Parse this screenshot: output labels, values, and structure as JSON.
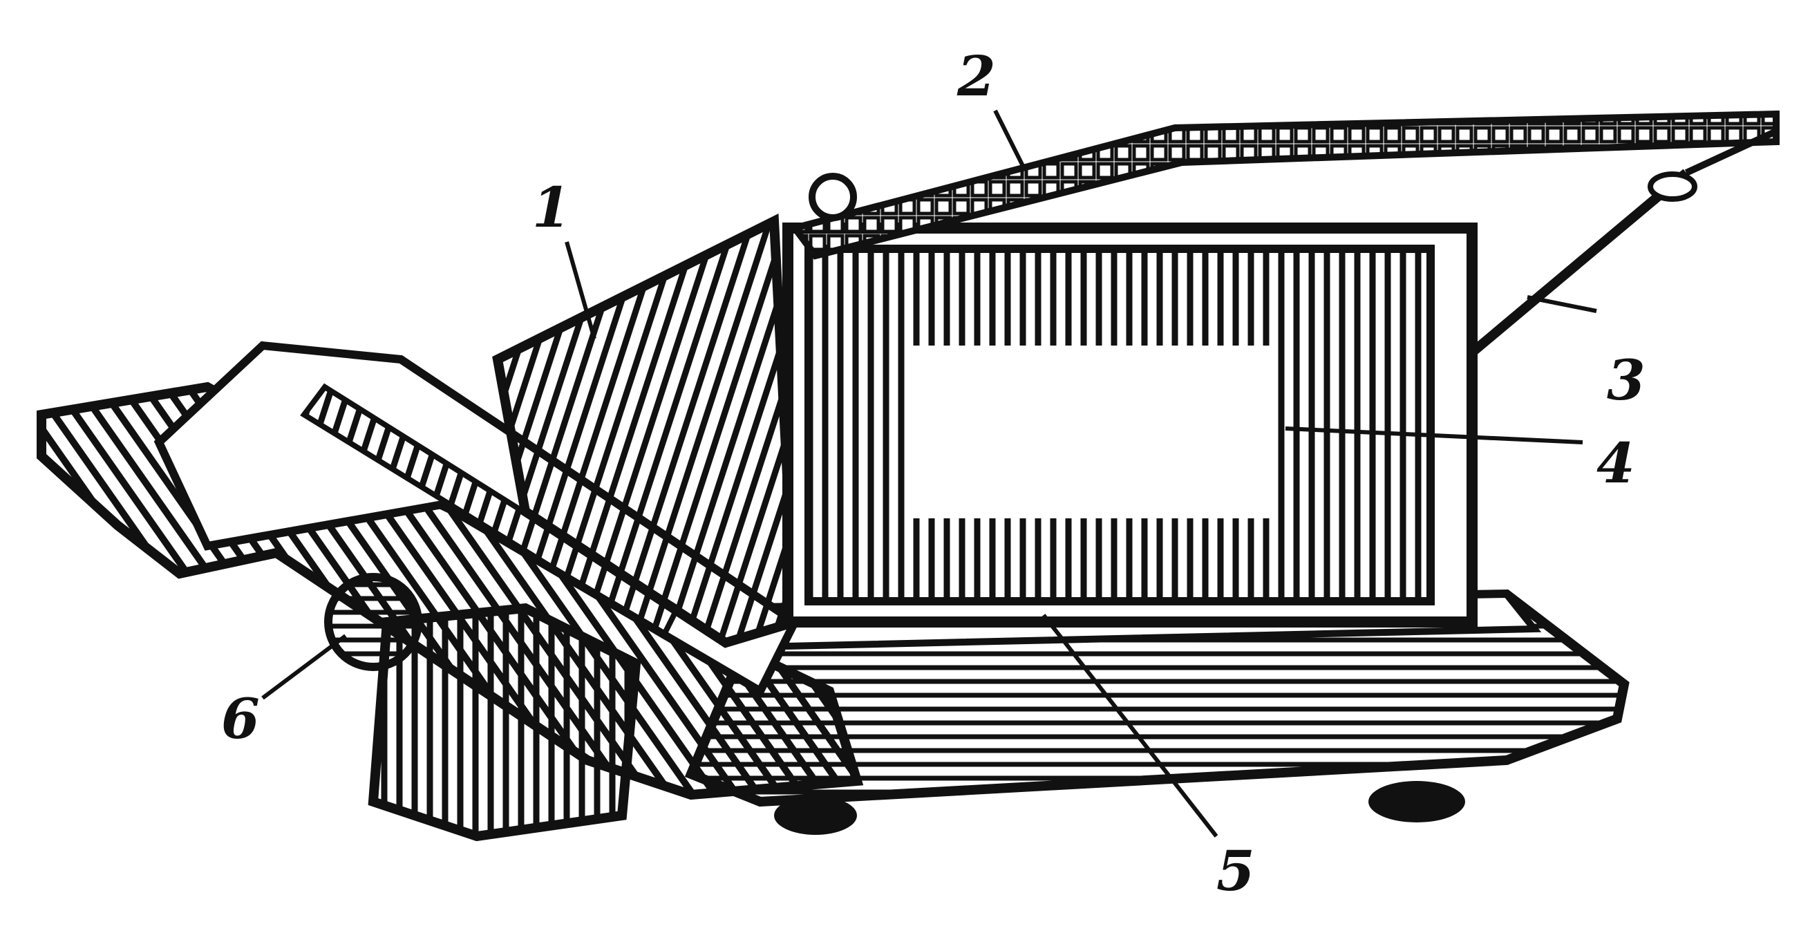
{
  "figure": {
    "callouts": [
      {
        "id": "1",
        "label": "1"
      },
      {
        "id": "2",
        "label": "2"
      },
      {
        "id": "3",
        "label": "3"
      },
      {
        "id": "4",
        "label": "4"
      },
      {
        "id": "5",
        "label": "5"
      },
      {
        "id": "6",
        "label": "6"
      }
    ],
    "colors": {
      "ink": "#111111",
      "paper": "#ffffff"
    }
  }
}
